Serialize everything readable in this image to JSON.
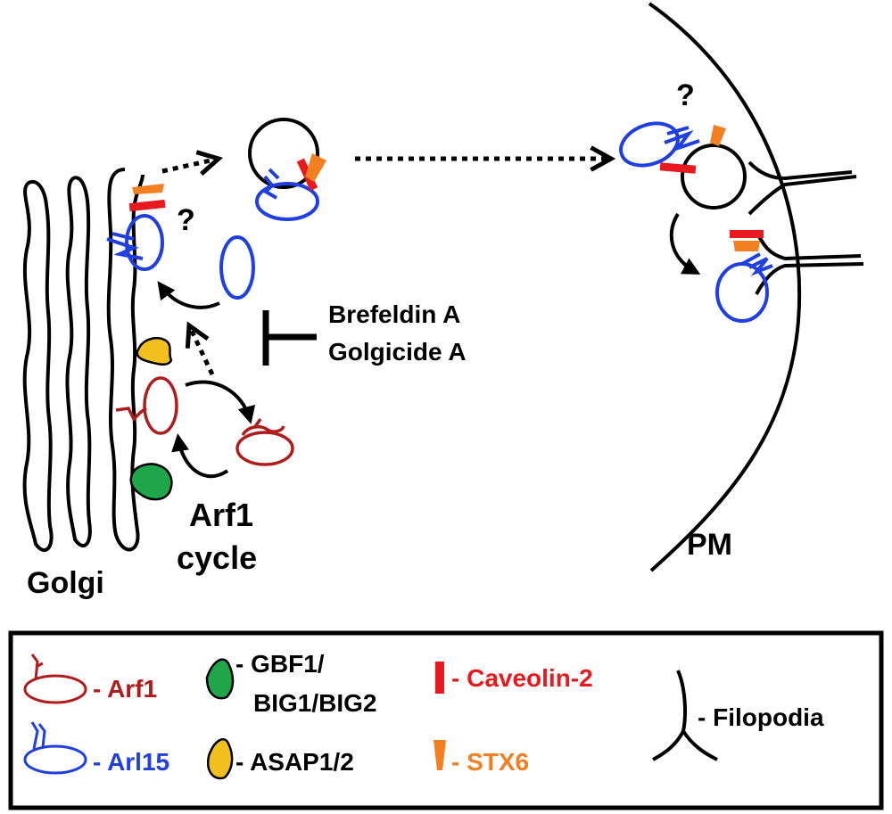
{
  "colors": {
    "arf1": "#b01c1c",
    "arl15": "#1f3fe0",
    "caveolin": "#e8191f",
    "stx6": "#f27f22",
    "gbf1": "#1fa64a",
    "asap": "#f2c01e",
    "line": "#000000"
  },
  "diagram": {
    "golgi_label": "Golgi",
    "pm_label": "PM",
    "arf1_cycle_line1": "Arf1",
    "arf1_cycle_line2": "cycle",
    "inhibitor_1": "Brefeldin A",
    "inhibitor_2": "Golgicide A",
    "question_1": "?",
    "question_2": "?"
  },
  "legend": {
    "arf1": "- Arf1",
    "arl15": "- Arl15",
    "gbf1_line1": "- GBF1/",
    "gbf1_line2": "BIG1/BIG2",
    "asap": "- ASAP1/2",
    "caveolin": "- Caveolin-2",
    "stx6": "- STX6",
    "filopodia": "- Filopodia"
  }
}
